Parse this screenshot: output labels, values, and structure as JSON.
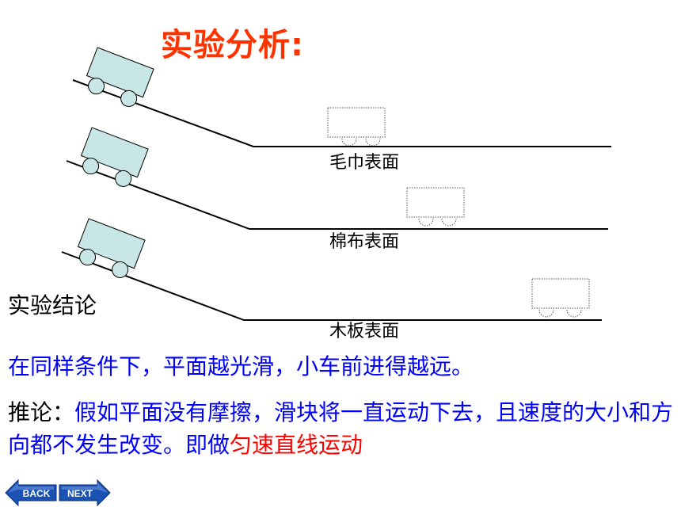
{
  "title": "实验分析:",
  "surfaces": [
    "毛巾表面",
    "棉布表面",
    "木板表面"
  ],
  "conclusion_heading": "实验结论",
  "conclusion_text": "在同样条件下，平面越光滑，小车前进得越远。",
  "inference": {
    "lead": "推论：",
    "text": "假如平面没有摩擦，滑块将一直运动下去，且速度的大小和方向都不发生改变。即做",
    "highlight": "匀速直线运动"
  },
  "nav": {
    "back_label": "BACK",
    "next_label": "NEXT"
  },
  "colors": {
    "title": "#ff3300",
    "body_text": "#0000ff",
    "highlight": "#ff0000",
    "cart_fill": "#c8e6e6",
    "nav_button": "#1a52b4"
  }
}
